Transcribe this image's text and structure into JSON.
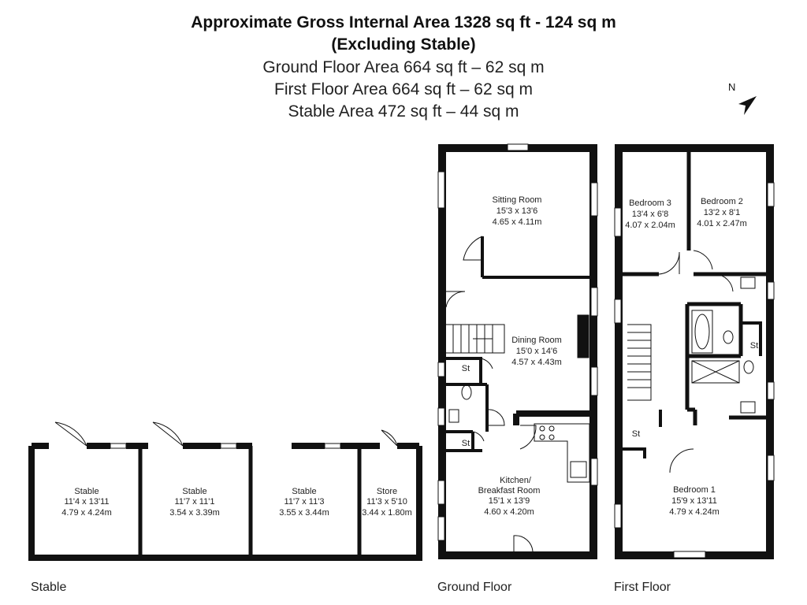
{
  "header": {
    "title": "Approximate Gross Internal Area 1328 sq ft - 124 sq m",
    "subtitle": "(Excluding Stable)",
    "ground_area": "Ground Floor Area 664 sq ft – 62 sq m",
    "first_area": "First Floor Area 664 sq ft – 62 sq m",
    "stable_area": "Stable Area 472 sq ft – 44 sq m"
  },
  "compass": {
    "label": "N"
  },
  "labels": {
    "stable": "Stable",
    "ground": "Ground Floor",
    "first": "First Floor"
  },
  "rooms": {
    "stable1": {
      "name": "Stable",
      "imperial": "11'4 x 13'11",
      "metric": "4.79 x 4.24m"
    },
    "stable2": {
      "name": "Stable",
      "imperial": "11'7 x 11'1",
      "metric": "3.54 x 3.39m"
    },
    "stable3": {
      "name": "Stable",
      "imperial": "11'7 x 11'3",
      "metric": "3.55 x 3.44m"
    },
    "store": {
      "name": "Store",
      "imperial": "11'3 x 5'10",
      "metric": "3.44 x 1.80m"
    },
    "sitting": {
      "name": "Sitting Room",
      "imperial": "15'3 x 13'6",
      "metric": "4.65 x 4.11m"
    },
    "dining": {
      "name": "Dining Room",
      "imperial": "15'0 x 14'6",
      "metric": "4.57 x 4.43m"
    },
    "kitchen": {
      "name1": "Kitchen/",
      "name2": "Breakfast Room",
      "imperial": "15'1 x 13'9",
      "metric": "4.60 x 4.20m"
    },
    "bed3": {
      "name": "Bedroom 3",
      "imperial": "13'4 x 6'8",
      "metric": "4.07 x 2.04m"
    },
    "bed2": {
      "name": "Bedroom 2",
      "imperial": "13'2 x 8'1",
      "metric": "4.01 x 2.47m"
    },
    "bed1": {
      "name": "Bedroom 1",
      "imperial": "15'9 x 13'11",
      "metric": "4.79 x 4.24m"
    },
    "st": "St"
  }
}
